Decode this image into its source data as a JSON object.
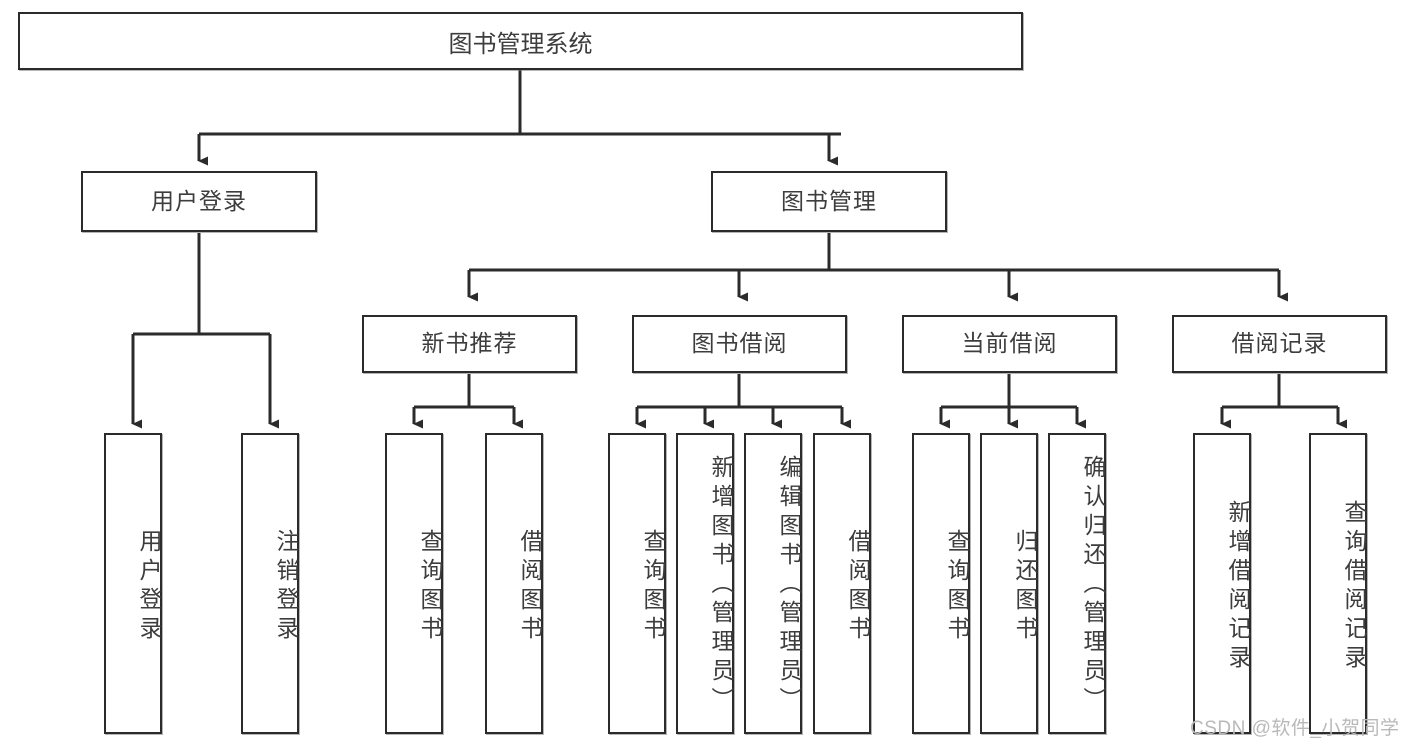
{
  "diagram": {
    "type": "tree-hierarchy-chart",
    "title": "图书管理系统",
    "stroke_color": "#2b2b2b",
    "text_color": "#3d3d3d",
    "background": "#ffffff",
    "root": {
      "label": "图书管理系统"
    },
    "level1": [
      {
        "label": "用户登录"
      },
      {
        "label": "图书管理"
      }
    ],
    "level2": [
      {
        "label": "新书推荐"
      },
      {
        "label": "图书借阅"
      },
      {
        "label": "当前借阅"
      },
      {
        "label": "借阅记录"
      }
    ],
    "leaves": {
      "user_login": [
        {
          "label": "用户登录"
        },
        {
          "label": "注销登录"
        }
      ],
      "new_book": [
        {
          "label": "查询图书"
        },
        {
          "label": "借阅图书"
        }
      ],
      "book_borrow": [
        {
          "label": "查询图书"
        },
        {
          "label": "新增图书（管理员）"
        },
        {
          "label": "编辑图书（管理员）"
        },
        {
          "label": "借阅图书"
        }
      ],
      "current_borrow": [
        {
          "label": "查询图书"
        },
        {
          "label": "归还图书"
        },
        {
          "label": "确认归还（管理员）"
        }
      ],
      "borrow_record": [
        {
          "label": "新增借阅记录"
        },
        {
          "label": "查询借阅记录"
        }
      ]
    }
  },
  "watermark": {
    "text": "CSDN @软件_小贺同学"
  }
}
